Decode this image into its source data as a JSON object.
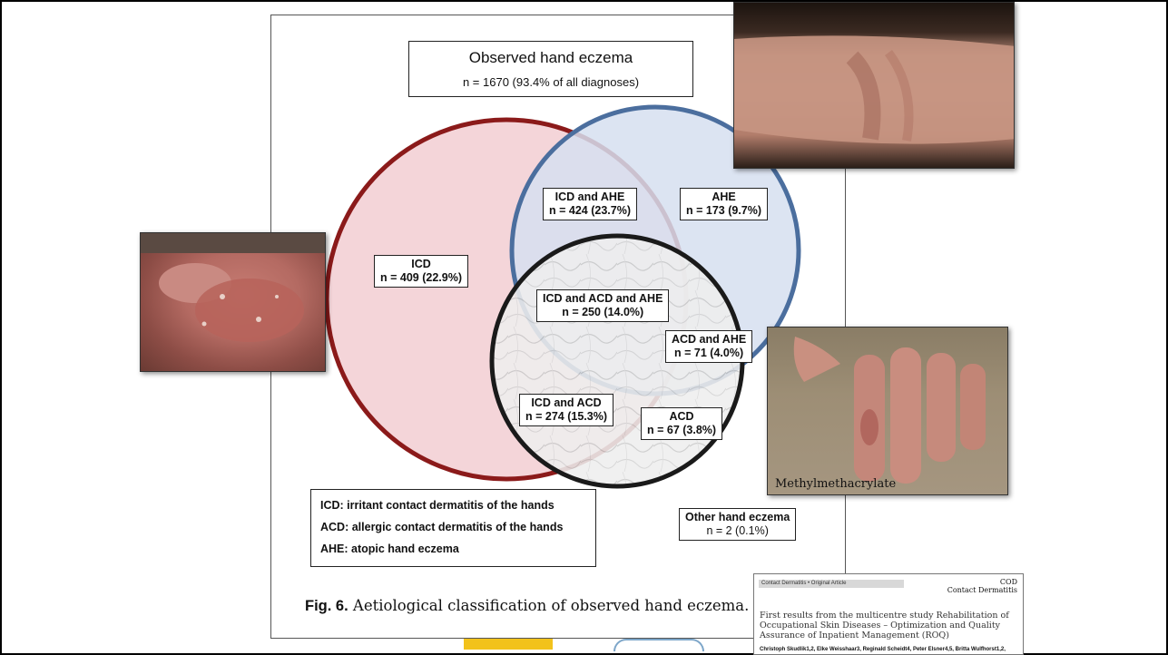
{
  "diagram": {
    "title": "Observed hand eczema",
    "total": "n = 1670 (93.4% of all diagnoses)",
    "regions": {
      "icd": {
        "name": "ICD",
        "count": "n = 409 (22.9%)"
      },
      "ahe": {
        "name": "AHE",
        "count": "n = 173 (9.7%)"
      },
      "icd_ahe": {
        "name": "ICD and AHE",
        "count": "n = 424 (23.7%)"
      },
      "icd_acd_ahe": {
        "name": "ICD and ACD and AHE",
        "count": "n = 250 (14.0%)"
      },
      "acd_ahe": {
        "name": "ACD and AHE",
        "count": "n = 71 (4.0%)"
      },
      "icd_acd": {
        "name": "ICD and ACD",
        "count": "n = 274 (15.3%)"
      },
      "acd": {
        "name": "ACD",
        "count": "n = 67 (3.8%)"
      },
      "other": {
        "name": "Other hand eczema",
        "count": "n = 2 (0.1%)"
      }
    },
    "legend": [
      "ICD: irritant contact dermatitis of the hands",
      "ACD: allergic contact dermatitis of the hands",
      "AHE: atopic hand eczema"
    ],
    "caption_label": "Fig. 6.",
    "caption_text": "Aetiological classification of observed hand eczema.",
    "colors": {
      "icd_stroke": "#8b1a1a",
      "icd_fill": "#f2d2d6",
      "ahe_stroke": "#4b6e9e",
      "ahe_fill": "#d7e0f0",
      "acd_stroke": "#1a1a1a",
      "acd_fill": "#ececec"
    }
  },
  "photos": {
    "fingers_label": "Methylmethacrylate"
  },
  "article": {
    "header": "Contact Dermatitis • Original Article",
    "journal_code": "COD",
    "journal_name": "Contact Dermatitis",
    "title": "First results from the multicentre study Rehabilitation of Occupational Skin Diseases – Optimization and Quality Assurance of Inpatient Management (ROQ)",
    "authors": "Christoph Skudlik1,2, Elke Weisshaar3, Reginald Scheidt4, Peter Elsner4,5, Britta Wulfhorst1,2,"
  }
}
